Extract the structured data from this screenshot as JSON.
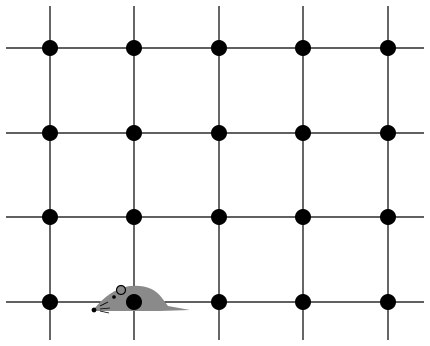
{
  "grid": {
    "columns": 5,
    "rows": 4,
    "line_color": "#000000",
    "node_color": "#000000"
  },
  "mouse": {
    "icon": "mouse-icon",
    "body_color": "#8a8a8a",
    "column": 1,
    "row": 3
  }
}
